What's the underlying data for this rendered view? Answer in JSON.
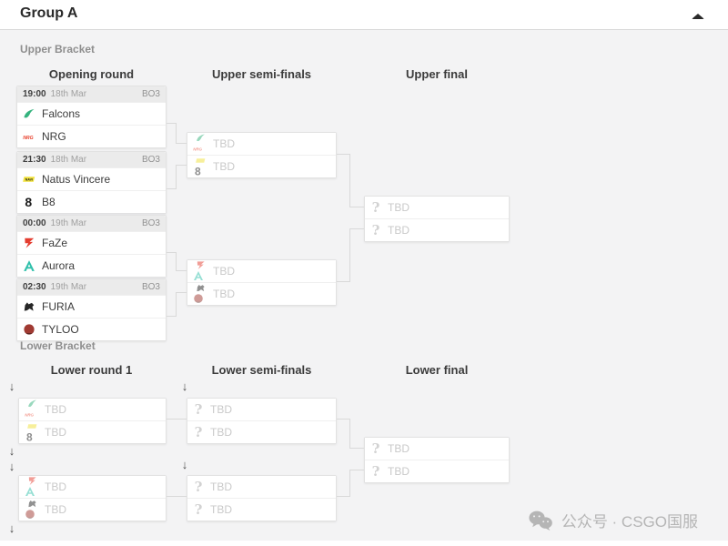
{
  "header": {
    "title": "Group A"
  },
  "placeholders": {
    "tbd": "TBD",
    "unknown": "?",
    "drop_arrow": "↓"
  },
  "teams": {
    "falcons": {
      "name": "Falcons",
      "color": "#35b37e"
    },
    "nrg": {
      "name": "NRG",
      "color": "#e8422e",
      "logo_text": "NRG"
    },
    "navi": {
      "name": "Natus Vincere",
      "color": "#f0e13a",
      "logo_text": "NAVI"
    },
    "b8": {
      "name": "B8",
      "color": "#1d1d1d",
      "logo_text": "8"
    },
    "faze": {
      "name": "FaZe",
      "color": "#e43d30"
    },
    "aurora": {
      "name": "Aurora",
      "color": "#30c0ab"
    },
    "furia": {
      "name": "FURIA",
      "color": "#262626"
    },
    "tyloo": {
      "name": "TYLOO",
      "color": "#a03a32"
    }
  },
  "upper_bracket": {
    "label": "Upper Bracket",
    "columns": [
      "Opening round",
      "Upper semi-finals",
      "Upper final"
    ],
    "matches": [
      {
        "time": "19:00",
        "date": "18th Mar",
        "format": "BO3"
      },
      {
        "time": "21:30",
        "date": "18th Mar",
        "format": "BO3"
      },
      {
        "time": "00:00",
        "date": "19th Mar",
        "format": "BO3"
      },
      {
        "time": "02:30",
        "date": "19th Mar",
        "format": "BO3"
      }
    ],
    "semi_pending": [
      [
        "falcons",
        "nrg"
      ],
      [
        "navi",
        "b8"
      ],
      [
        "faze",
        "aurora"
      ],
      [
        "furia",
        "tyloo"
      ]
    ]
  },
  "lower_bracket": {
    "label": "Lower Bracket",
    "columns": [
      "Lower round 1",
      "Lower semi-finals",
      "Lower final"
    ],
    "round1_pending": [
      [
        "falcons",
        "nrg"
      ],
      [
        "navi",
        "b8"
      ],
      [
        "faze",
        "aurora"
      ],
      [
        "furia",
        "tyloo"
      ]
    ]
  },
  "watermark": {
    "text": "公众号 · CSGO国服",
    "color": "#b5b5b5"
  }
}
